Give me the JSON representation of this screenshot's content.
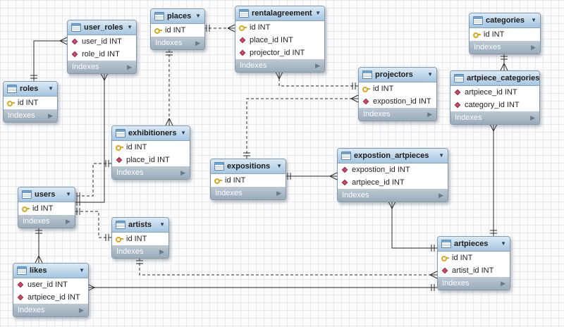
{
  "diagram": {
    "kind": "EER diagram"
  },
  "labels": {
    "indexes": "Indexes"
  },
  "icons": {
    "collapse": "▼",
    "expand": "▶"
  },
  "tables": [
    {
      "title": "user_roles",
      "columns": [
        {
          "icon": "fk",
          "text": "user_id INT"
        },
        {
          "icon": "fk",
          "text": "role_id INT"
        }
      ]
    },
    {
      "title": "places",
      "columns": [
        {
          "icon": "key",
          "text": "id INT"
        }
      ]
    },
    {
      "title": "rentalagreement",
      "columns": [
        {
          "icon": "key",
          "text": "id INT"
        },
        {
          "icon": "fk",
          "text": "place_id INT"
        },
        {
          "icon": "fk",
          "text": "projector_id INT"
        }
      ]
    },
    {
      "title": "categories",
      "columns": [
        {
          "icon": "key",
          "text": "id INT"
        }
      ]
    },
    {
      "title": "roles",
      "columns": [
        {
          "icon": "key",
          "text": "id INT"
        }
      ]
    },
    {
      "title": "projectors",
      "columns": [
        {
          "icon": "key",
          "text": "id INT"
        },
        {
          "icon": "fk",
          "text": "expostion_id INT"
        }
      ]
    },
    {
      "title": "artpiece_categories",
      "columns": [
        {
          "icon": "fk",
          "text": "artpiece_id INT"
        },
        {
          "icon": "fk",
          "text": "category_id INT"
        }
      ]
    },
    {
      "title": "exhibitioners",
      "columns": [
        {
          "icon": "key",
          "text": "id INT"
        },
        {
          "icon": "fk",
          "text": "place_id INT"
        }
      ]
    },
    {
      "title": "expositions",
      "columns": [
        {
          "icon": "key",
          "text": "id INT"
        }
      ]
    },
    {
      "title": "expostion_artpieces",
      "columns": [
        {
          "icon": "fk",
          "text": "expostion_id INT"
        },
        {
          "icon": "fk",
          "text": "artpiece_id INT"
        }
      ]
    },
    {
      "title": "users",
      "columns": [
        {
          "icon": "key",
          "text": "id INT"
        }
      ]
    },
    {
      "title": "artists",
      "columns": [
        {
          "icon": "key",
          "text": "id INT"
        }
      ]
    },
    {
      "title": "artpieces",
      "columns": [
        {
          "icon": "key",
          "text": "id INT"
        },
        {
          "icon": "fk",
          "text": "artist_id INT"
        }
      ]
    },
    {
      "title": "likes",
      "columns": [
        {
          "icon": "fk",
          "text": "user_id INT"
        },
        {
          "icon": "fk",
          "text": "artpiece_id INT"
        }
      ]
    }
  ],
  "relationships": [
    {
      "many": "user_roles",
      "one": "roles"
    },
    {
      "many": "user_roles",
      "one": "users"
    },
    {
      "many": "rentalagreement",
      "one": "places"
    },
    {
      "many": "rentalagreement",
      "one": "projectors"
    },
    {
      "many": "projectors",
      "one": "expositions"
    },
    {
      "many": "exhibitioners",
      "one": "places"
    },
    {
      "many": "exhibitioners",
      "one": "users"
    },
    {
      "many": "artists",
      "one": "users"
    },
    {
      "many": "likes",
      "one": "users"
    },
    {
      "many": "likes",
      "one": "artpieces"
    },
    {
      "many": "artpieces",
      "one": "artists"
    },
    {
      "many": "expostion_artpieces",
      "one": "expositions"
    },
    {
      "many": "expostion_artpieces",
      "one": "artpieces"
    },
    {
      "many": "artpiece_categories",
      "one": "categories"
    },
    {
      "many": "artpiece_categories",
      "one": "artpieces"
    }
  ]
}
